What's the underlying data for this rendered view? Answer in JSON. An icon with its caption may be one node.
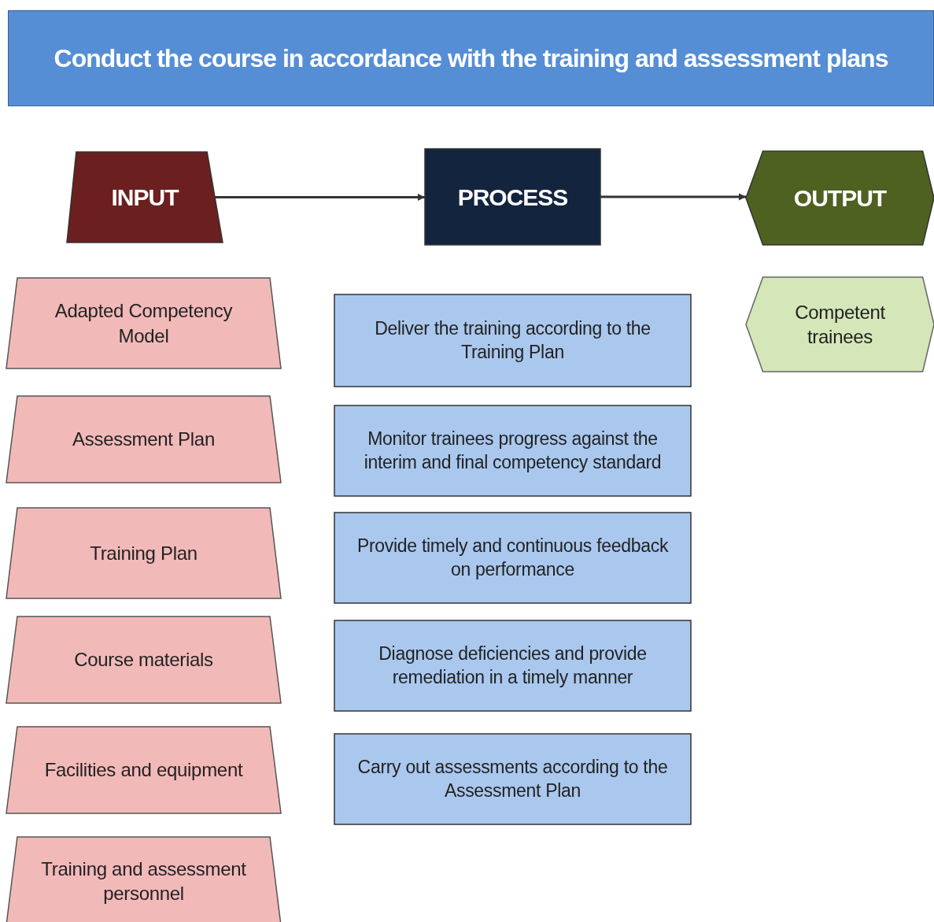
{
  "diagram": {
    "title": "Conduct the course in accordance with the training and assessment plans",
    "nodes": [
      {
        "text": [
          "INPUT"
        ]
      },
      {
        "text": [
          "PROCESS"
        ]
      },
      {
        "text": [
          "OUTPUT"
        ]
      },
      {
        "text": [
          "Adapted Competency Model"
        ]
      },
      {
        "text": [
          "Assessment Plan"
        ]
      },
      {
        "text": [
          "Training Plan"
        ]
      },
      {
        "text": [
          "Course materials"
        ]
      },
      {
        "text": [
          "Facilities and equipment"
        ]
      },
      {
        "text": [
          "Training and assessment personnel"
        ]
      },
      {
        "text": [
          "Deliver the training according to the Training Plan"
        ]
      },
      {
        "text": [
          "Monitor trainees progress against the interim and final competency standard"
        ]
      },
      {
        "text": [
          "Provide timely and continuous feedback on performance"
        ]
      },
      {
        "text": [
          "Diagnose deficiencies and provide remediation in a timely manner"
        ]
      },
      {
        "text": [
          "Carry out assessments according to the Assessment Plan"
        ]
      },
      {
        "text": [
          "Competent trainees"
        ]
      }
    ],
    "edges": [
      {
        "from": 0,
        "to": 1,
        "arrow": "to"
      },
      {
        "from": 1,
        "to": 2,
        "arrow": "to"
      }
    ]
  }
}
